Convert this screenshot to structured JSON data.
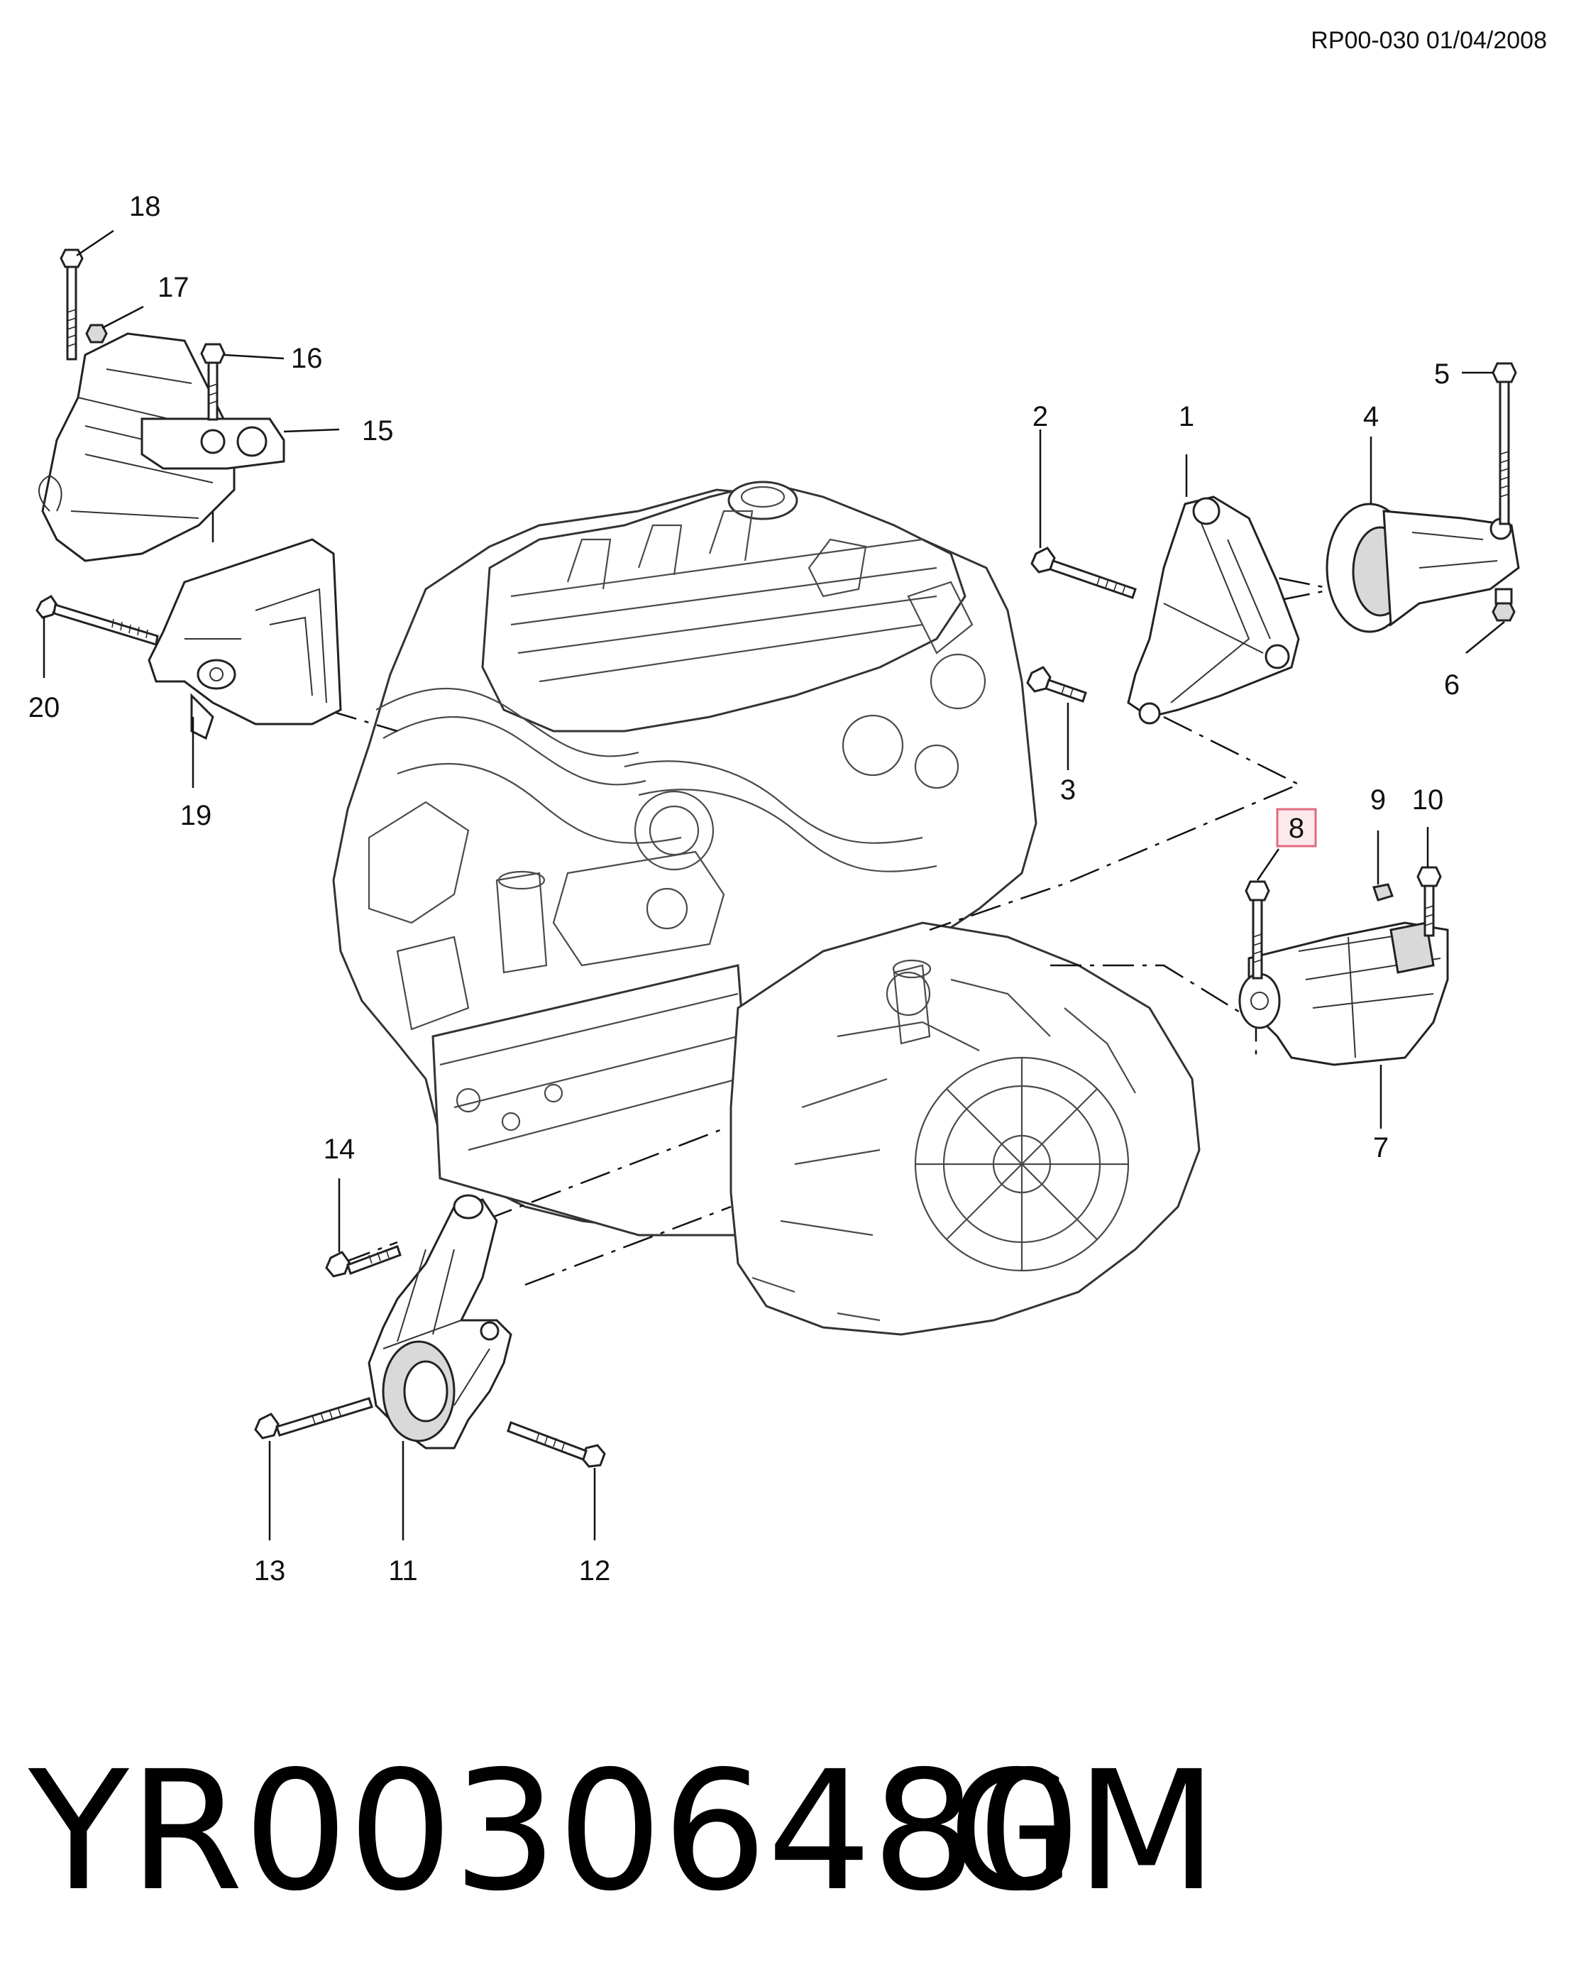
{
  "reference": "RP00-030 01/04/2008",
  "part_number": "YR00306480",
  "brand": "GM",
  "callouts": [
    "1",
    "2",
    "3",
    "4",
    "5",
    "6",
    "7",
    "8",
    "9",
    "10",
    "11",
    "12",
    "13",
    "14",
    "15",
    "16",
    "17",
    "18",
    "19",
    "20"
  ],
  "highlighted_callout": "8",
  "colors": {
    "line": "#222222",
    "highlight_fill": "#fde9ec",
    "highlight_border": "#e06b7e"
  }
}
